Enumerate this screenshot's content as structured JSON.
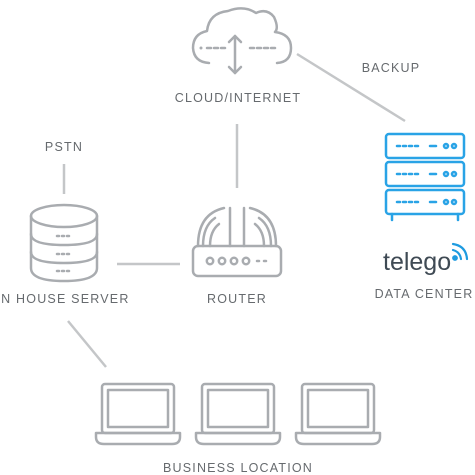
{
  "labels": {
    "cloud": "CLOUD/INTERNET",
    "backup": "BACKUP",
    "pstn": "PSTN",
    "server": "IN HOUSE SERVER",
    "router": "ROUTER",
    "datacenter": "DATA CENTER",
    "business": "BUSINESS LOCATION"
  },
  "brand": {
    "name": "telego",
    "color": "#3f4a54",
    "accent": "#1e9be0"
  },
  "colors": {
    "line": "#c4c6c8",
    "icon": "#a9acb0",
    "datacenter": "#29a3e6"
  },
  "icons": {
    "cloud": "cloud-sync-icon",
    "server": "database-server-icon",
    "router": "wifi-router-icon",
    "datacenter": "server-rack-icon",
    "laptop": "laptop-icon"
  }
}
